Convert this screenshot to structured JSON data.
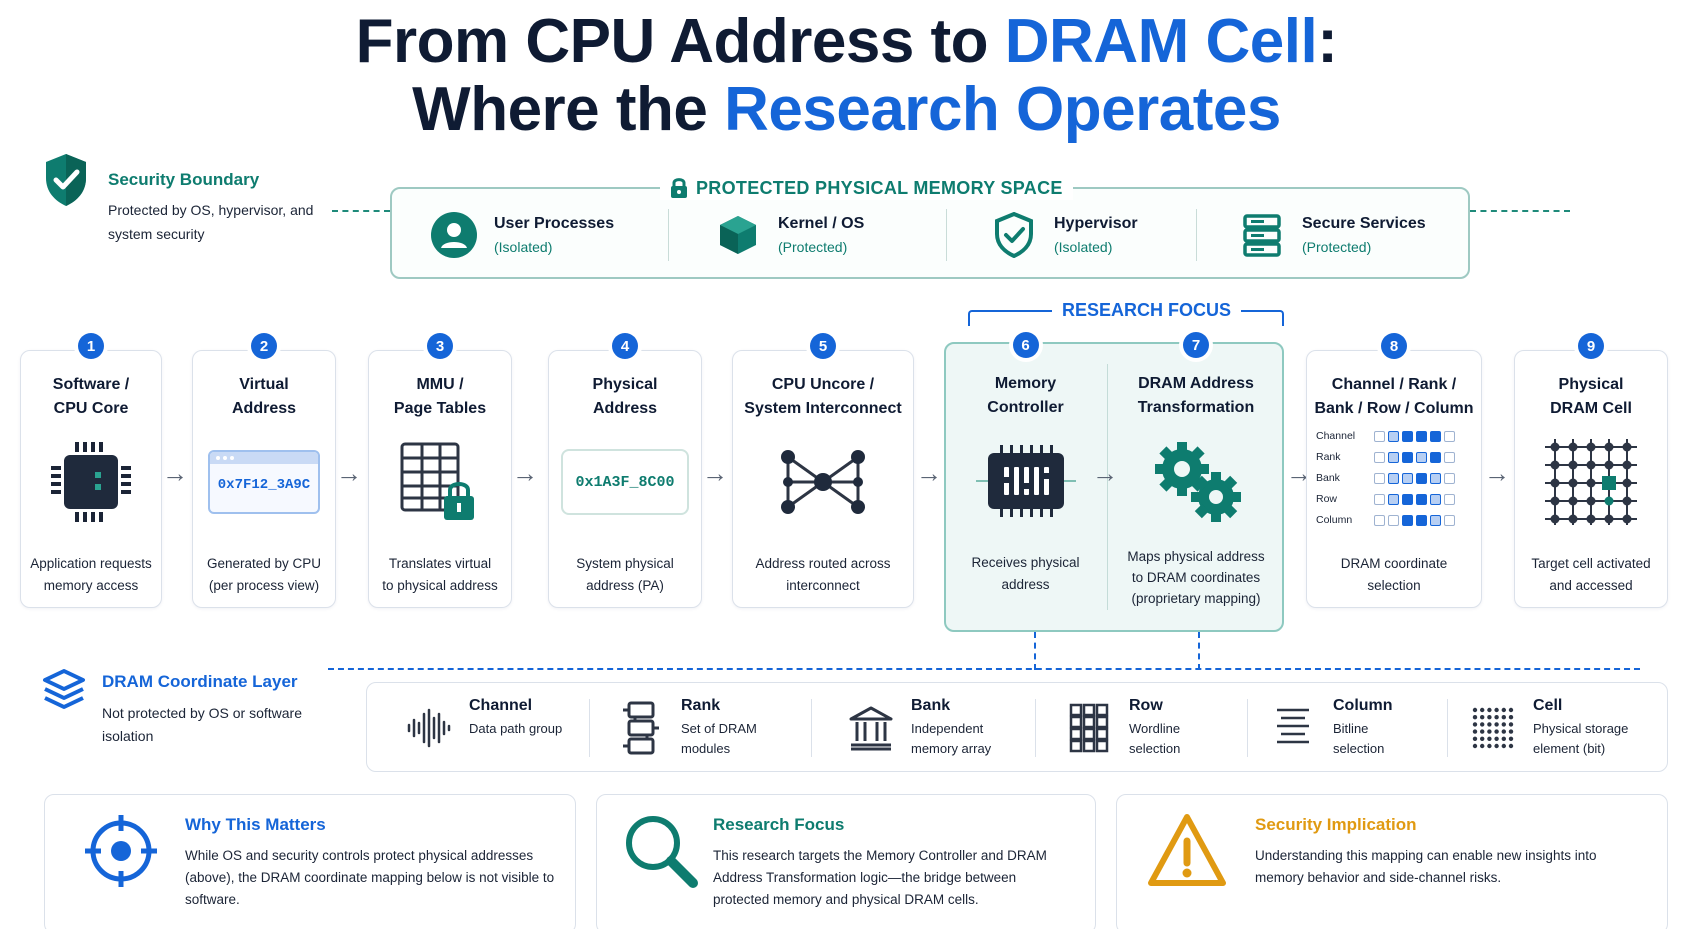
{
  "title": {
    "line1_a": "From CPU Address to ",
    "line1_b": "DRAM Cell",
    "line1_c": ":",
    "line2_a": "Where the ",
    "line2_b": "Research Operates"
  },
  "security_boundary": {
    "title": "Security Boundary",
    "text": "Protected by OS, hypervisor, and system security"
  },
  "protected_space": {
    "label": "PROTECTED PHYSICAL MEMORY SPACE",
    "items": [
      {
        "name": "User Processes",
        "sub": "(Isolated)",
        "icon": "user-icon"
      },
      {
        "name": "Kernel / OS",
        "sub": "(Protected)",
        "icon": "cube-icon"
      },
      {
        "name": "Hypervisor",
        "sub": "(Isolated)",
        "icon": "shield-icon"
      },
      {
        "name": "Secure Services",
        "sub": "(Protected)",
        "icon": "server-icon"
      }
    ]
  },
  "research_focus_label": "RESEARCH FOCUS",
  "steps": [
    {
      "num": "1",
      "title": "Software /\nCPU Core",
      "desc": "Application requests\nmemory access",
      "icon": "cpu-chip-icon"
    },
    {
      "num": "2",
      "title": "Virtual\nAddress",
      "desc": "Generated by CPU\n(per process view)",
      "icon": "browser-window-icon",
      "value": "0x7F12_3A9C"
    },
    {
      "num": "3",
      "title": "MMU /\nPage Tables",
      "desc": "Translates virtual\nto physical address",
      "icon": "table-lock-icon"
    },
    {
      "num": "4",
      "title": "Physical\nAddress",
      "desc": "System physical\naddress (PA)",
      "icon": "address-box-icon",
      "value": "0x1A3F_8C00"
    },
    {
      "num": "5",
      "title": "CPU Uncore /\nSystem Interconnect",
      "desc": "Address routed across\ninterconnect",
      "icon": "network-hub-icon"
    },
    {
      "num": "6",
      "title": "Memory\nController",
      "desc": "Receives physical\naddress",
      "icon": "memory-controller-chip-icon"
    },
    {
      "num": "7",
      "title": "DRAM Address\nTransformation",
      "desc": "Maps physical address\nto DRAM coordinates\n(proprietary mapping)",
      "icon": "gears-icon"
    },
    {
      "num": "8",
      "title": "Channel / Rank /\nBank / Row / Column",
      "desc": "DRAM coordinate\nselection",
      "icon": "coordinate-grid-icon",
      "rows": [
        "Channel",
        "Rank",
        "Bank",
        "Row",
        "Column"
      ]
    },
    {
      "num": "9",
      "title": "Physical\nDRAM Cell",
      "desc": "Target cell activated\nand accessed",
      "icon": "cell-grid-icon"
    }
  ],
  "coordinate_layer": {
    "title": "DRAM Coordinate Layer",
    "text": "Not protected by OS or software isolation",
    "items": [
      {
        "name": "Channel",
        "sub": "Data path group",
        "icon": "waveform-icon"
      },
      {
        "name": "Rank",
        "sub": "Set of DRAM\nmodules",
        "icon": "modules-stack-icon"
      },
      {
        "name": "Bank",
        "sub": "Independent\nmemory array",
        "icon": "bank-icon"
      },
      {
        "name": "Row",
        "sub": "Wordline\nselection",
        "icon": "row-grid-icon"
      },
      {
        "name": "Column",
        "sub": "Bitline\nselection",
        "icon": "lines-icon"
      },
      {
        "name": "Cell",
        "sub": "Physical storage\nelement (bit)",
        "icon": "dot-grid-icon"
      }
    ]
  },
  "bottom_cards": [
    {
      "title": "Why This Matters",
      "text": "While OS and security controls protect physical addresses (above), the DRAM coordinate mapping below is not visible to software.",
      "color": "#1565d8",
      "icon": "crosshair-icon"
    },
    {
      "title": "Research Focus",
      "text": "This research targets the Memory Controller and DRAM Address Transformation logic—the bridge between protected memory and physical DRAM cells.",
      "color": "#0e7c6f",
      "icon": "magnifier-icon"
    },
    {
      "title": "Security Implication",
      "text": "Understanding this mapping can enable new insights into memory behavior and side-channel risks.",
      "color": "#e09a12",
      "icon": "warning-icon"
    }
  ],
  "colors": {
    "blue": "#1565d8",
    "teal": "#0e7c6f",
    "navy": "#0f1b33",
    "amber": "#e09a12"
  }
}
